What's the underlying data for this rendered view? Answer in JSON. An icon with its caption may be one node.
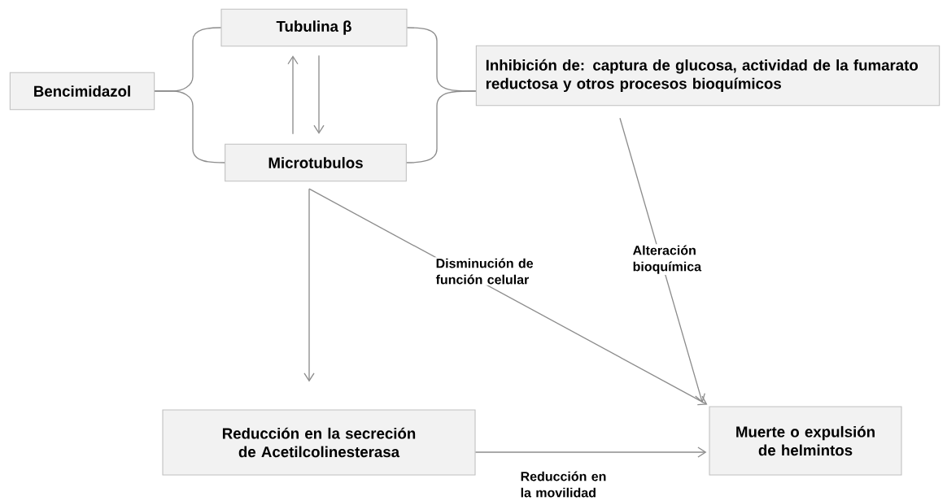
{
  "diagram": {
    "nodes": [
      {
        "text": [
          "Bencimidazol"
        ]
      },
      {
        "text": [
          "Tubulina β"
        ]
      },
      {
        "text": [
          "Microtubulos"
        ]
      },
      {
        "text": [
          "Inhibición de: captura de glucosa, actividad de la fumarato reductosa y otros procesos bioquímicos"
        ]
      },
      {
        "text": [
          "Reducción en la secreción de Acetilcolinesterasa"
        ]
      },
      {
        "text": [
          "Muerte o expulsión de helmintos"
        ]
      }
    ],
    "edges": [
      {
        "from": 0,
        "to": 1,
        "arrow": "none"
      },
      {
        "from": 0,
        "to": 2,
        "arrow": "none"
      },
      {
        "from": 1,
        "to": 3,
        "arrow": "none"
      },
      {
        "from": 2,
        "to": 3,
        "arrow": "none"
      },
      {
        "from": 1,
        "to": 2,
        "arrow": "to"
      },
      {
        "from": 2,
        "to": 1,
        "arrow": "to"
      },
      {
        "from": 2,
        "to": 4,
        "arrow": "to"
      },
      {
        "from": 2,
        "to": 5,
        "arrow": "to",
        "label": "Disminución de función celular"
      },
      {
        "from": 3,
        "to": 5,
        "arrow": "to",
        "label": "Alteración bioquímica"
      },
      {
        "from": 4,
        "to": 5,
        "arrow": "to",
        "label": "Reducción en la movilidad"
      }
    ]
  }
}
